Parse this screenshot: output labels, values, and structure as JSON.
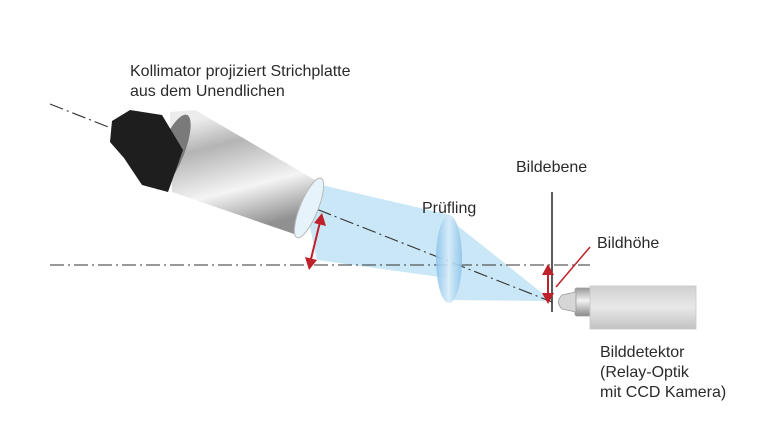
{
  "labels": {
    "collimator": [
      "Kollimator projiziert Strichplatte",
      "aus dem Unendlichen"
    ],
    "pruefling": "Prüfling",
    "bildebene": "Bildebene",
    "bildhoehe": "Bildhöhe",
    "detector": [
      "Bilddetektor",
      "(Relay-Optik",
      "mit CCD Kamera)"
    ]
  },
  "colors": {
    "arrow": "#c0202a",
    "beam": "#bfe3f5",
    "lens": "#a9d2ee",
    "barrel_dark": "#8a8a8a",
    "barrel_light": "#f2f2f2",
    "cap": "#1e1e1e",
    "line": "#333333"
  }
}
